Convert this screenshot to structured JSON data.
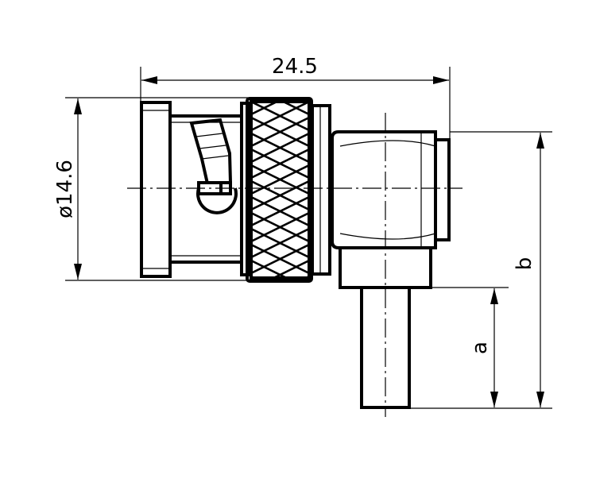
{
  "dimensions": {
    "length": "24.5",
    "diameter": "ø14.6",
    "a": "a",
    "b": "b"
  },
  "colors": {
    "line": "#000000",
    "background": "#ffffff"
  }
}
